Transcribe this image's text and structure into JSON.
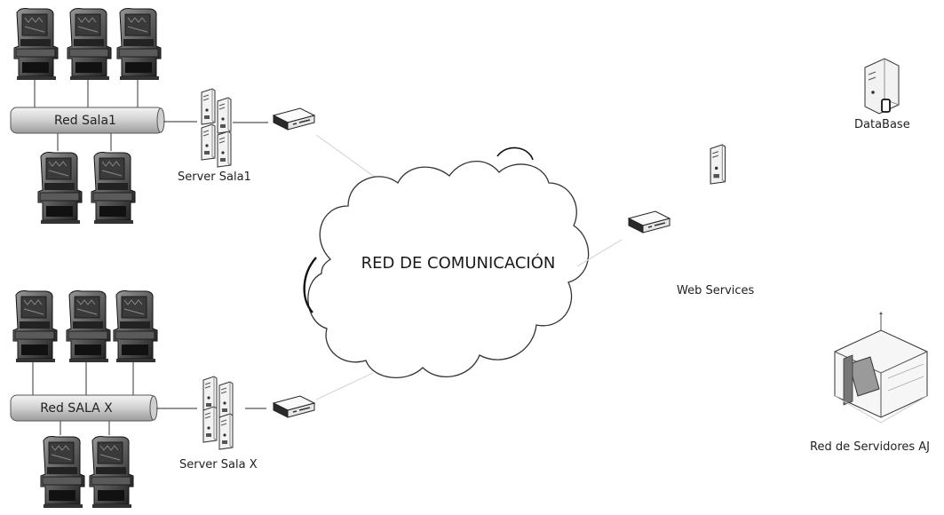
{
  "diagram": {
    "cloud_label": "RED DE COMUNICACIÓN",
    "networks": [
      {
        "bus_label": "Red Sala1",
        "server_label": "Server Sala1"
      },
      {
        "bus_label": "Red SALA X",
        "server_label": "Server Sala X"
      }
    ],
    "web_services_label": "Web Services",
    "database_label": "DataBase",
    "aj_servers_label": "Red de Servidores AJ"
  },
  "icons": {
    "slot_machine": "slot-machine-icon",
    "server_tower": "server-tower-icon",
    "router": "router-icon",
    "database": "database-icon",
    "building": "building-icon",
    "cloud": "cloud-icon"
  }
}
